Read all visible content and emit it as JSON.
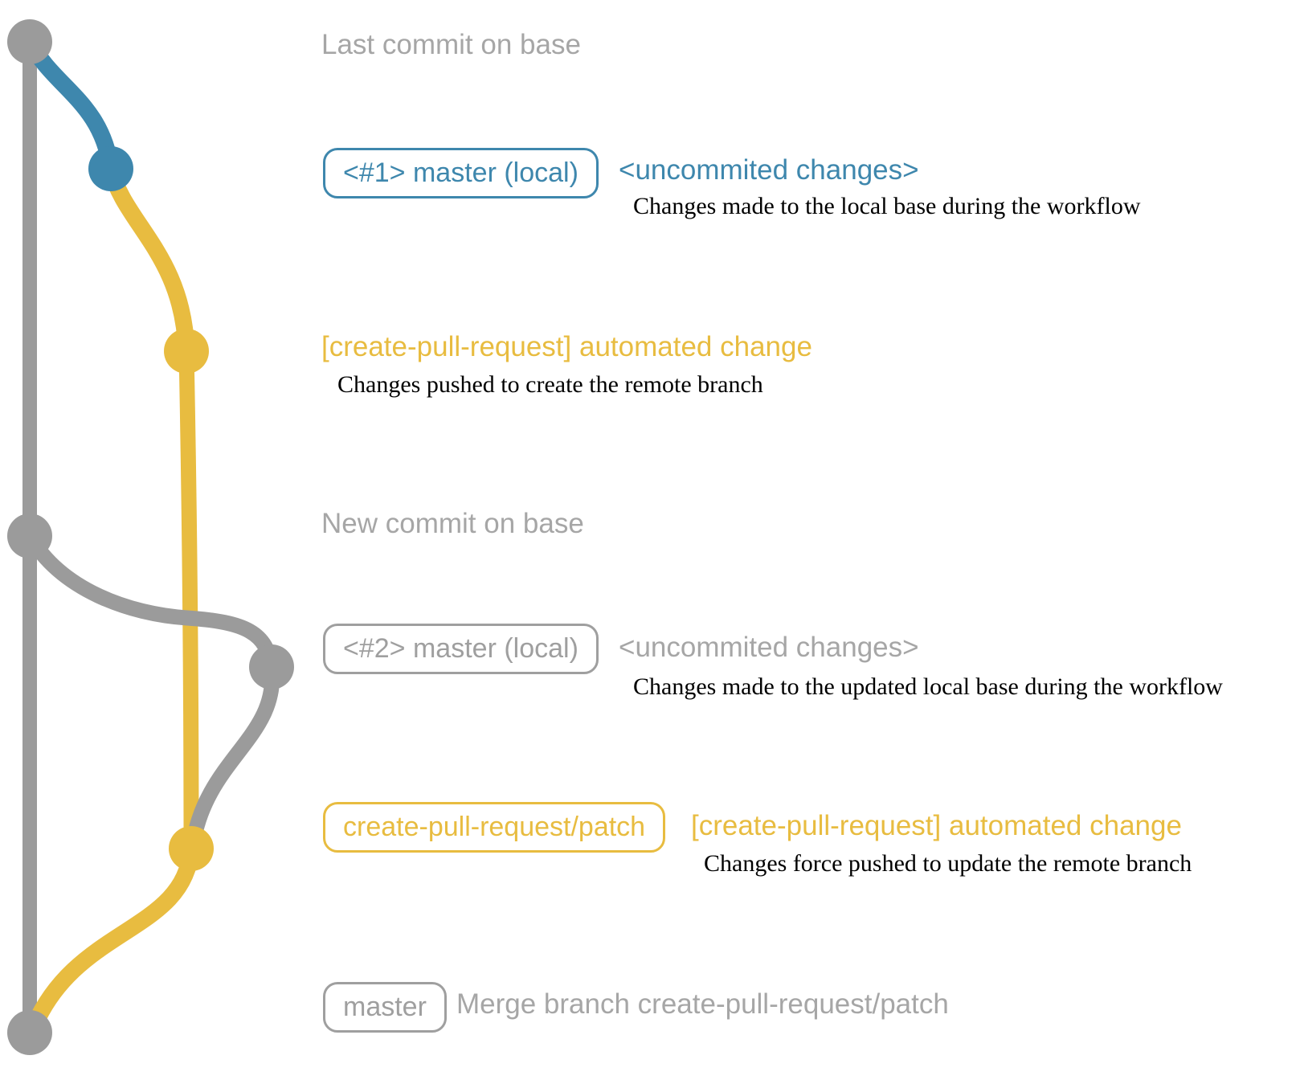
{
  "colors": {
    "gray": "#9b9b9b",
    "blue": "#3e87ad",
    "yellow": "#e8bc40",
    "heading_gray": "#a6a6a6",
    "description_black": "#000000"
  },
  "graph": {
    "node_colors": [
      "gray",
      "blue",
      "yellow",
      "gray",
      "gray",
      "yellow",
      "gray"
    ]
  },
  "annotations": {
    "last_commit": {
      "heading": "Last commit on base"
    },
    "local_1": {
      "badge": "<#1> master (local)",
      "note": "<uncommited changes>",
      "description": "Changes made to the local base during the workflow"
    },
    "push_1": {
      "heading": "[create-pull-request] automated change",
      "description": "Changes pushed to create the remote branch"
    },
    "new_commit": {
      "heading": "New commit on base"
    },
    "local_2": {
      "badge": "<#2> master (local)",
      "note": "<uncommited changes>",
      "description": "Changes made to the updated local base during the workflow"
    },
    "push_2": {
      "badge": "create-pull-request/patch",
      "note": "[create-pull-request] automated change",
      "description": "Changes force pushed to update the remote branch"
    },
    "merge": {
      "badge": "master",
      "note": "Merge branch create-pull-request/patch"
    }
  }
}
